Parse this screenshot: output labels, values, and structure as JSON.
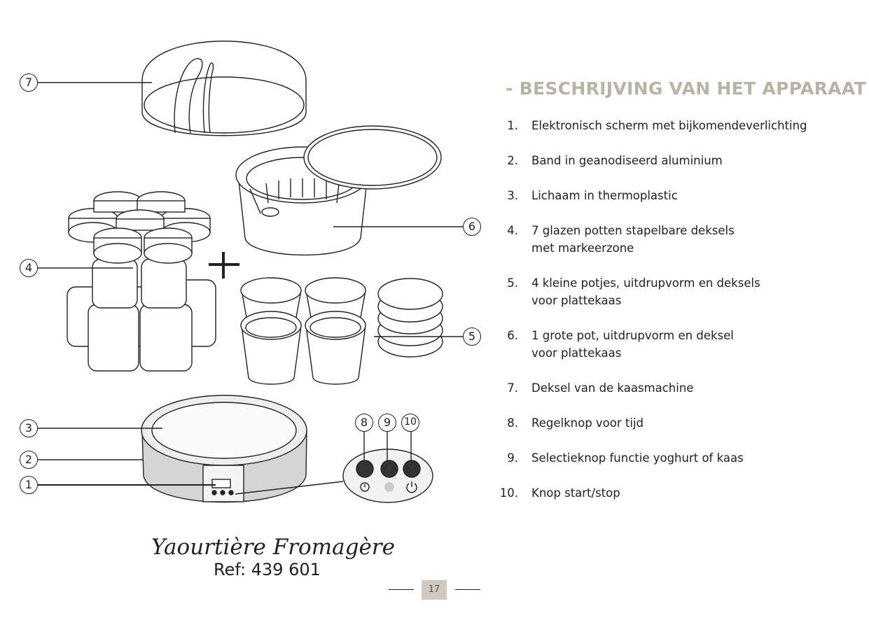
{
  "section_title": "- BESCHRIJVING VAN HET APPARAAT -",
  "items": [
    {
      "num": "1.",
      "text": "Elektronisch scherm met bijkomendeverlichting"
    },
    {
      "num": "2.",
      "text": "Band in geanodiseerd aluminium"
    },
    {
      "num": "3.",
      "text": "Lichaam in thermoplastic"
    },
    {
      "num": "4.",
      "text": "7 glazen potten stapelbare deksels met markeerzone"
    },
    {
      "num": "5.",
      "text": "4 kleine potjes, uitdrupvorm en deksels voor plattekaas"
    },
    {
      "num": "6.",
      "text": "1 grote pot, uitdrupvorm en deksel voor plattekaas"
    },
    {
      "num": "7.",
      "text": "Deksel van de kaasmachine"
    },
    {
      "num": "8.",
      "text": "Regelknop voor tijd"
    },
    {
      "num": "9.",
      "text": "Selectieknop functie yoghurt of kaas"
    },
    {
      "num": "10.",
      "text": "Knop start/stop"
    }
  ],
  "callouts": [
    "7",
    "4",
    "6",
    "5",
    "3",
    "2",
    "1",
    "8",
    "9",
    "10"
  ],
  "product_name": "Yaourtière Fromagère",
  "reference": "Ref: 439 601",
  "page_number": "17",
  "colors": {
    "title": "#b9b3a6",
    "page_box": "#cfcac0",
    "line": "#222222"
  }
}
